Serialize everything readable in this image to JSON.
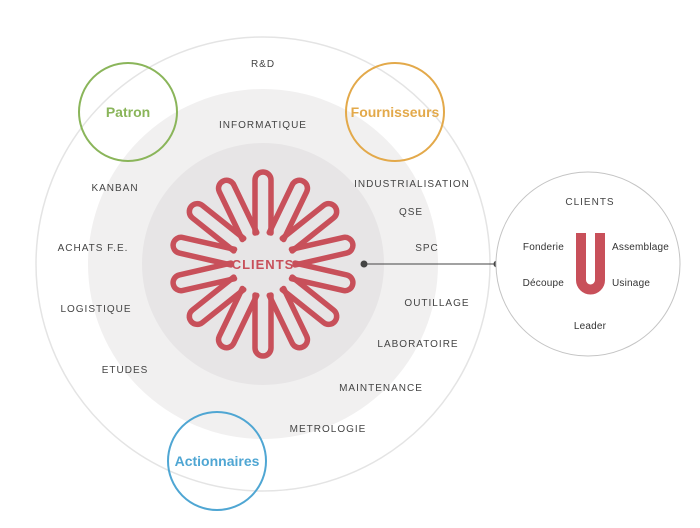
{
  "center": {
    "label": "CLIENTS"
  },
  "stakeholders": {
    "patron": {
      "label": "Patron",
      "color": "#8ab55a"
    },
    "fournisseurs": {
      "label": "Fournisseurs",
      "color": "#e3a94a"
    },
    "actionnaires": {
      "label": "Actionnaires",
      "color": "#4fa6d3"
    }
  },
  "departments": {
    "rd": "R&D",
    "informatique": "INFORMATIQUE",
    "kanban": "KANBAN",
    "industrialisation": "INDUSTRIALISATION",
    "qse": "QSE",
    "achats": "ACHATS F.E.",
    "spc": "SPC",
    "logistique": "LOGISTIQUE",
    "outillage": "OUTILLAGE",
    "laboratoire": "LABORATOIRE",
    "etudes": "ETUDES",
    "maintenance": "MAINTENANCE",
    "metrologie": "METROLOGIE"
  },
  "detail": {
    "top": "CLIENTS",
    "fonderie": "Fonderie",
    "assemblage": "Assemblage",
    "decoupe": "Découpe",
    "usinage": "Usinage",
    "leader": "Leader"
  },
  "colors": {
    "accent_red": "#c8505a",
    "inner_disc": "#e7e5e6",
    "middle_disc": "#f1f0f0",
    "outer_ring": "#e4e4e4",
    "connector": "#444444"
  }
}
